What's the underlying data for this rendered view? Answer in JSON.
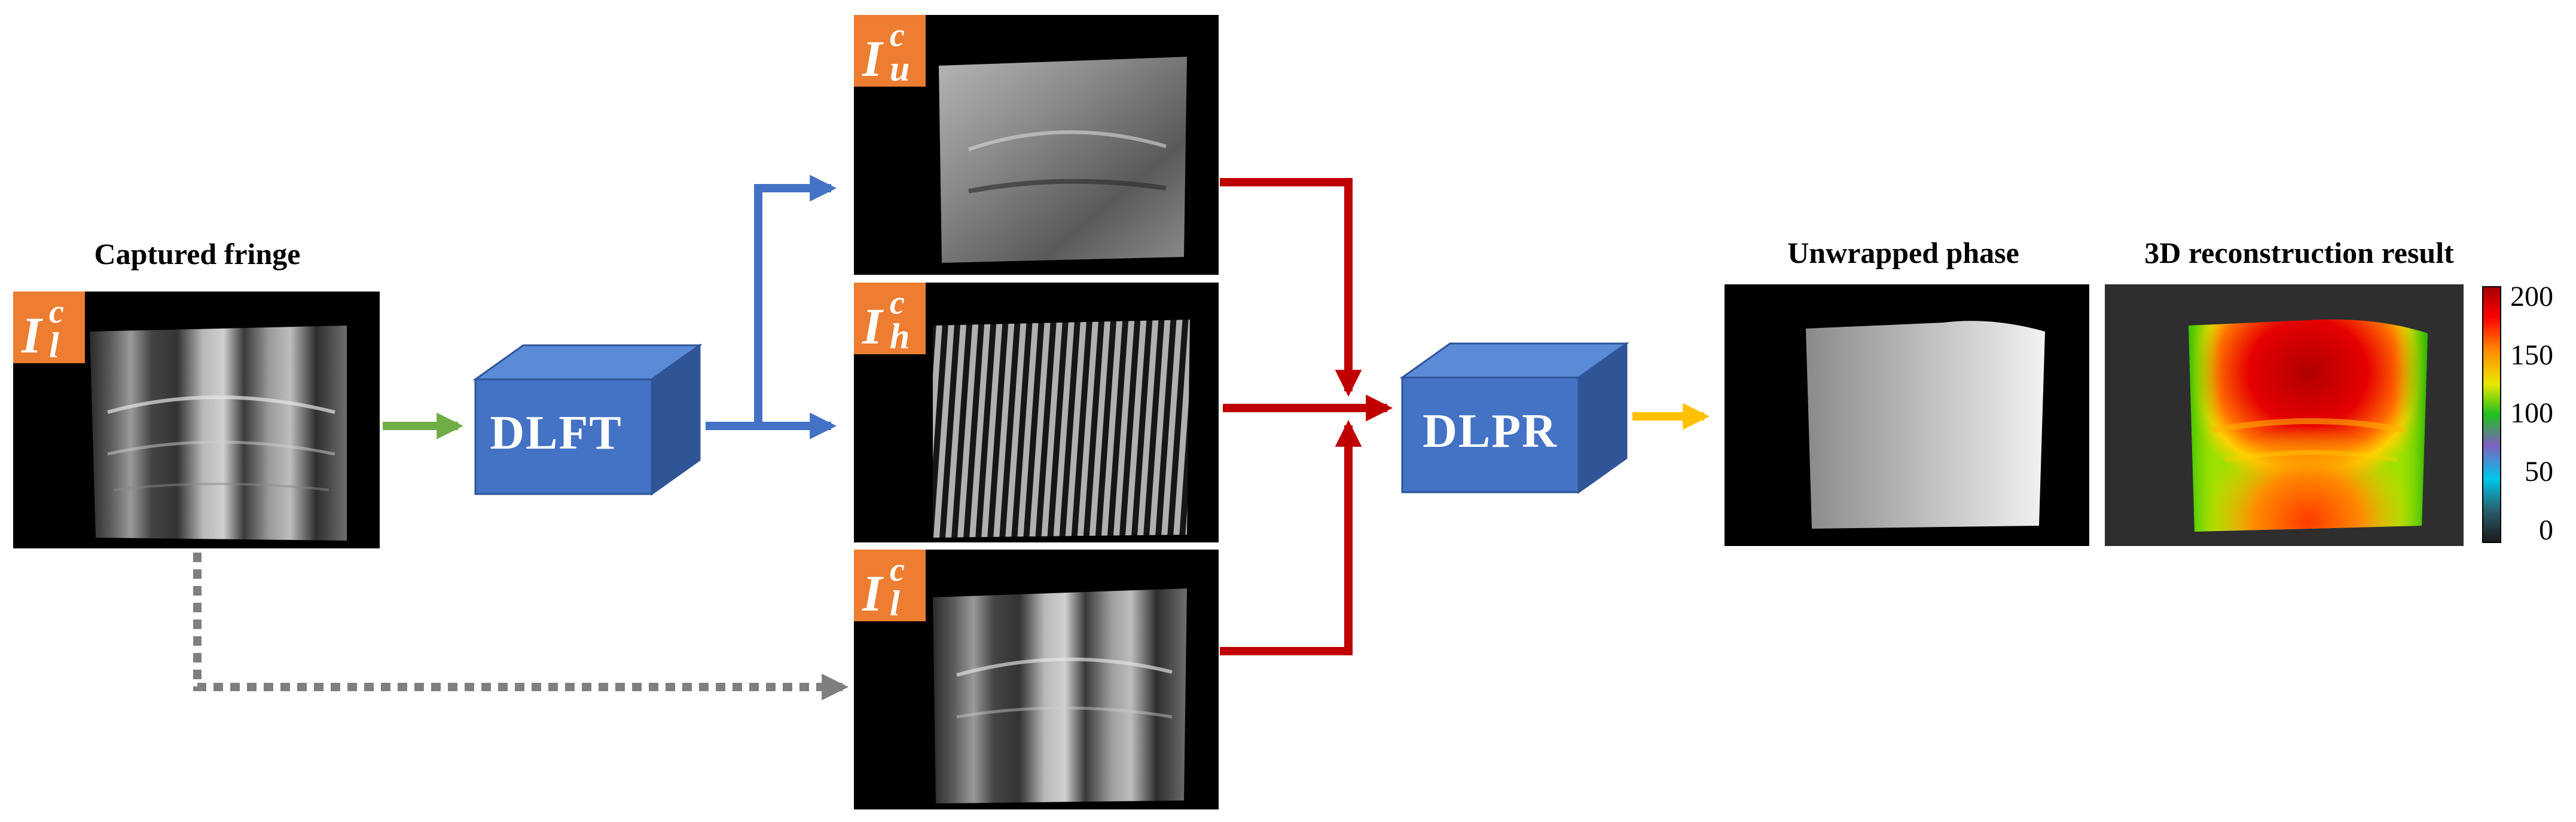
{
  "labels": {
    "captured_fringe": "Captured fringe",
    "unwrapped_phase": "Unwrapped phase",
    "reconstruction": "3D reconstruction result"
  },
  "blocks": {
    "dlft": "DLFT",
    "dlpr": "DLPR"
  },
  "badges": {
    "input_low": {
      "main": "I",
      "sup": "c",
      "sub": "l"
    },
    "upper": {
      "main": "I",
      "sup": "c",
      "sub": "u"
    },
    "high": {
      "main": "I",
      "sup": "c",
      "sub": "h"
    },
    "low": {
      "main": "I",
      "sup": "c",
      "sub": "l"
    }
  },
  "colorbar": {
    "ticks": [
      "200",
      "150",
      "100",
      "50",
      "0"
    ],
    "range": [
      0,
      200
    ]
  },
  "colors": {
    "badge": "#ed7d31",
    "block_front": "#4472c4",
    "block_top": "#5b8bd6",
    "block_side": "#2f5597",
    "arrow_green": "#70ad47",
    "arrow_blue": "#4472c4",
    "arrow_red": "#c00000",
    "arrow_yellow": "#ffc000",
    "arrow_gray": "#7f7f7f"
  }
}
